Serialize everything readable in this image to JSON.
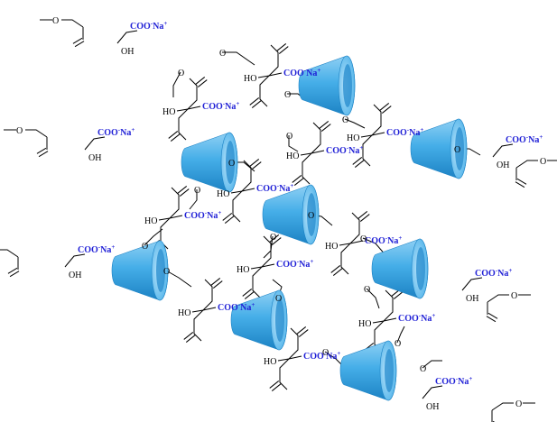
{
  "labels": {
    "carboxylate": "COO",
    "minus": "-",
    "sodium": "Na",
    "plus": "+",
    "hydroxyl": "HO",
    "hydroxyl_right": "OH",
    "oxygen": "O"
  },
  "colors": {
    "background": "#ffffff",
    "bond": "#000000",
    "carboxylate_text": "#1f1fd6",
    "cone_side_light": "#8fd0f4",
    "cone_side_mid": "#45aee8",
    "cone_side_dark": "#1c82c4",
    "cone_top": "#b9e3fa",
    "cone_cavity": "#2b8fd0"
  },
  "icons": [
    "cyclodextrin-cone-icon"
  ]
}
